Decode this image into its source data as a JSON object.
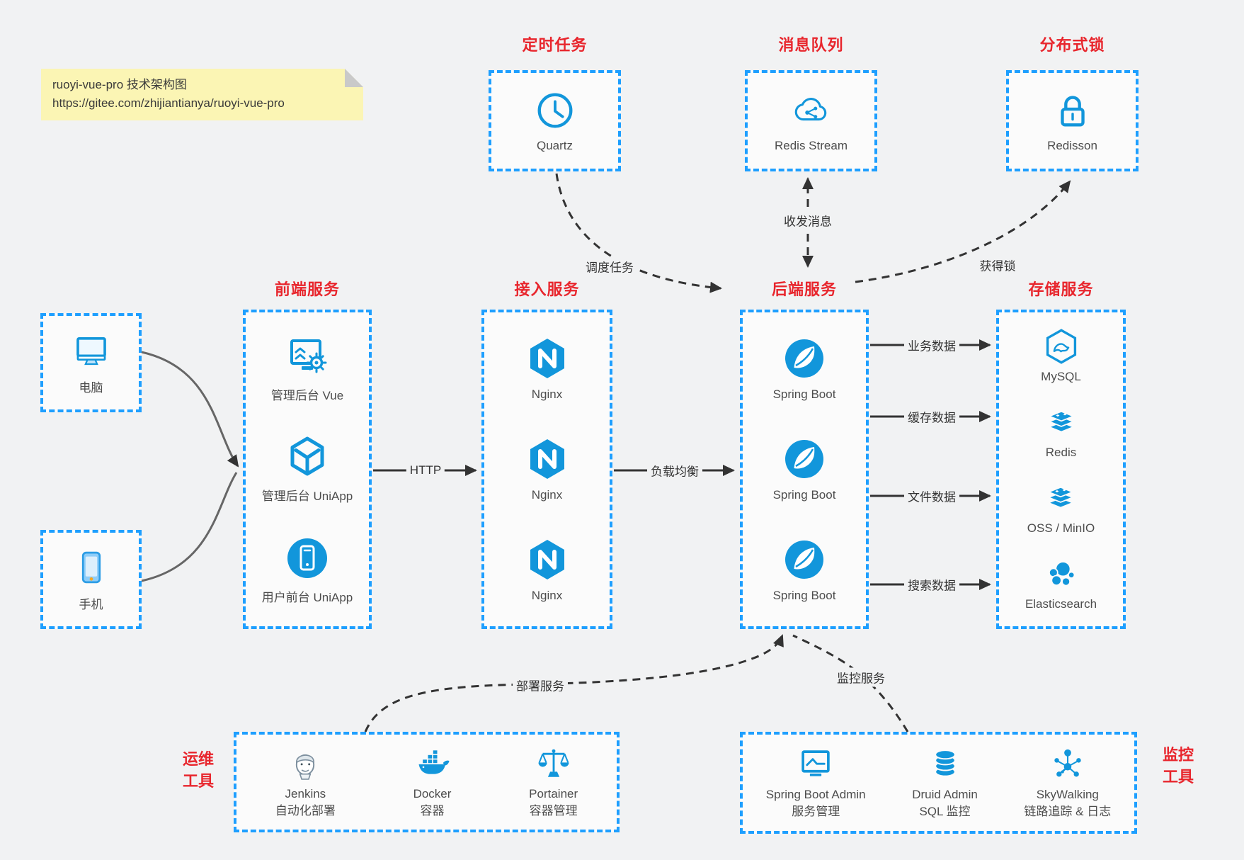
{
  "note": {
    "title": "ruoyi-vue-pro 技术架构图",
    "url": "https://gitee.com/zhijiantianya/ruoyi-vue-pro"
  },
  "colors": {
    "accent_blue": "#1e9fff",
    "icon_blue": "#1296db",
    "accent_red": "#e8262d",
    "wire_dark": "#333333",
    "wire_gray": "#666666",
    "note_bg": "#fbf5b4"
  },
  "groups": {
    "scheduled": {
      "title": "定时任务",
      "items": [
        {
          "icon": "clock-icon",
          "label": "Quartz"
        }
      ]
    },
    "mq": {
      "title": "消息队列",
      "items": [
        {
          "icon": "cloud-stream-icon",
          "label": "Redis Stream"
        }
      ]
    },
    "lock": {
      "title": "分布式锁",
      "items": [
        {
          "icon": "padlock-icon",
          "label": "Redisson"
        }
      ]
    },
    "clients": {
      "items": [
        {
          "icon": "desktop-icon",
          "label": "电脑"
        },
        {
          "icon": "mobile-icon",
          "label": "手机"
        }
      ]
    },
    "frontend": {
      "title": "前端服务",
      "items": [
        {
          "icon": "admin-vue-icon",
          "label": "管理后台 Vue"
        },
        {
          "icon": "uniapp-cube-icon",
          "label": "管理后台 UniApp"
        },
        {
          "icon": "user-app-icon",
          "label": "用户前台 UniApp"
        }
      ]
    },
    "gateway": {
      "title": "接入服务",
      "items": [
        {
          "icon": "nginx-icon",
          "label": "Nginx"
        },
        {
          "icon": "nginx-icon",
          "label": "Nginx"
        },
        {
          "icon": "nginx-icon",
          "label": "Nginx"
        }
      ]
    },
    "backend": {
      "title": "后端服务",
      "items": [
        {
          "icon": "spring-boot-icon",
          "label": "Spring Boot"
        },
        {
          "icon": "spring-boot-icon",
          "label": "Spring Boot"
        },
        {
          "icon": "spring-boot-icon",
          "label": "Spring Boot"
        }
      ]
    },
    "storage": {
      "title": "存储服务",
      "items": [
        {
          "icon": "mysql-icon",
          "label": "MySQL"
        },
        {
          "icon": "redis-icon",
          "label": "Redis"
        },
        {
          "icon": "oss-icon",
          "label": "OSS / MinIO"
        },
        {
          "icon": "elasticsearch-icon",
          "label": "Elasticsearch"
        }
      ]
    },
    "ops": {
      "title_line1": "运维",
      "title_line2": "工具",
      "items": [
        {
          "icon": "jenkins-icon",
          "name": "Jenkins",
          "desc": "自动化部署"
        },
        {
          "icon": "docker-icon",
          "name": "Docker",
          "desc": "容器"
        },
        {
          "icon": "portainer-icon",
          "name": "Portainer",
          "desc": "容器管理"
        }
      ]
    },
    "monitor": {
      "title_line1": "监控",
      "title_line2": "工具",
      "items": [
        {
          "icon": "sba-icon",
          "name": "Spring Boot Admin",
          "desc": "服务管理"
        },
        {
          "icon": "druid-icon",
          "name": "Druid Admin",
          "desc": "SQL 监控"
        },
        {
          "icon": "skywalking-icon",
          "name": "SkyWalking",
          "desc": "链路追踪 & 日志"
        }
      ]
    }
  },
  "edges": {
    "http": "HTTP",
    "load_balance": "负载均衡",
    "schedule_task": "调度任务",
    "send_receive_msg": "收发消息",
    "acquire_lock": "获得锁",
    "business_data": "业务数据",
    "cache_data": "缓存数据",
    "file_data": "文件数据",
    "search_data": "搜索数据",
    "deploy_service": "部署服务",
    "monitor_service": "监控服务"
  }
}
